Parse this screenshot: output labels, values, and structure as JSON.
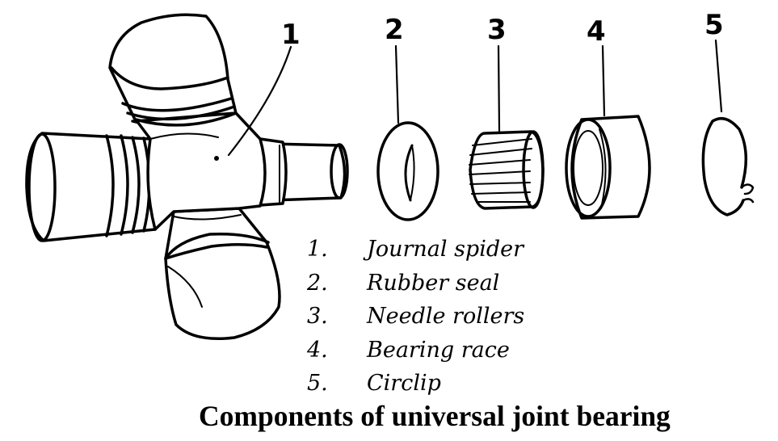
{
  "callouts": [
    "1",
    "2",
    "3",
    "4",
    "5"
  ],
  "legend": [
    {
      "num": "1.",
      "label": "Journal spider"
    },
    {
      "num": "2.",
      "label": "Rubber seal"
    },
    {
      "num": "3.",
      "label": "Needle rollers"
    },
    {
      "num": "4.",
      "label": "Bearing race"
    },
    {
      "num": "5.",
      "label": "Circlip"
    }
  ],
  "caption": "Components of universal joint bearing",
  "colors": {
    "ink": "#000000",
    "paper": "#ffffff"
  }
}
